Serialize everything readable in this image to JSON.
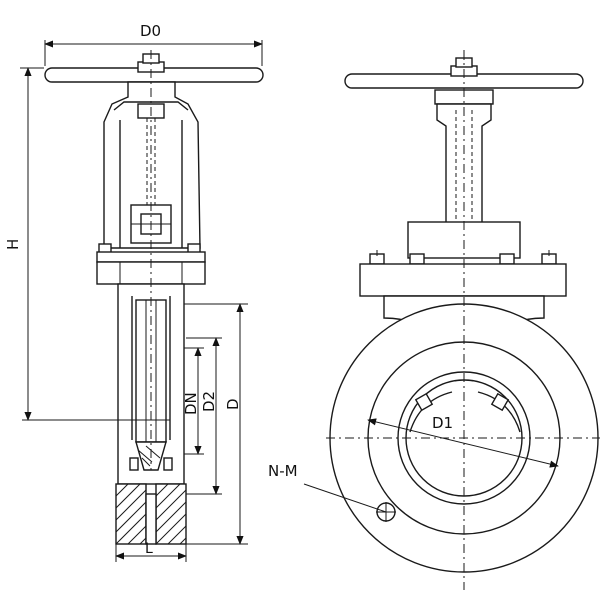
{
  "labels": {
    "handwheel_diameter": "D0",
    "height": "H",
    "nominal_diameter": "DN",
    "bolt_circle_diameter": "D2",
    "flange_outer_diameter": "D",
    "inner_diameter": "D1",
    "bolt_holes": "N-M",
    "face_to_face_length": "L"
  }
}
